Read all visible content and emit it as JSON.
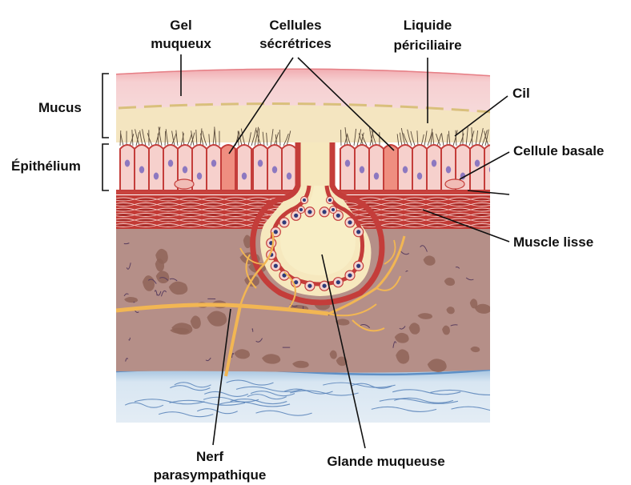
{
  "labels": {
    "gel_muqueux": [
      "Gel",
      "muqueux"
    ],
    "cellules_secretrices": [
      "Cellules",
      "sécrétrices"
    ],
    "liquide_periciliaire": [
      "Liquide",
      "périciliaire"
    ],
    "cil": "Cil",
    "mucus": "Mucus",
    "epithelium": "Épithélium",
    "cellule_basale": "Cellule basale",
    "muscle_lisse": "Muscle lisse",
    "nerf_parasympathique": [
      "Nerf",
      "parasympathique"
    ],
    "glande_muqueuse": "Glande muqueuse"
  },
  "colors": {
    "gel": "#f3c4c6",
    "periciliary": "#f4e6c2",
    "cell_fill": "#f6d0cc",
    "cell_stroke": "#c43d3a",
    "nucleus": "#8d78c0",
    "secretory": "#ef8e80",
    "muscle": "#b8312c",
    "submucosa": "#b08b83",
    "fibre_blob": "#8f6458",
    "nerve": "#f2b653",
    "gland_lumen": "#f8edc2",
    "deep_layer": "#cfe0ee",
    "deep_fibres": "#4d7bb4"
  }
}
